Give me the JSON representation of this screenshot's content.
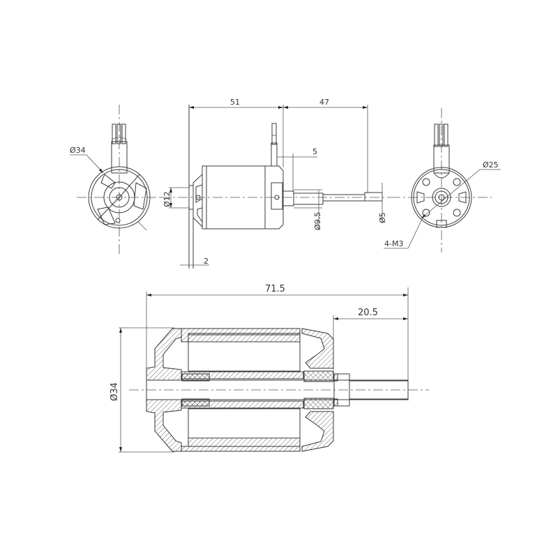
{
  "drawing": {
    "title": "Brushless outrunner motor dimensional drawing",
    "line_color": "#3a3a3a",
    "background": "#ffffff"
  },
  "views": {
    "rear_view": {
      "labels": {
        "diameter": "Ø34"
      }
    },
    "side_view": {
      "labels": {
        "body_length": "51",
        "shaft_length": "47",
        "wire_offset": "5",
        "mount_diameter": "Ø12",
        "flange_thickness": "2",
        "collar_diameter": "Ø9.5",
        "shaft_diameter": "Ø5"
      }
    },
    "front_view": {
      "labels": {
        "bolt_circle": "Ø25",
        "mount_holes": "4-M3"
      }
    },
    "section_view": {
      "labels": {
        "overall_length": "71.5",
        "shaft_protrusion": "20.5",
        "outer_diameter": "Ø34"
      }
    }
  }
}
